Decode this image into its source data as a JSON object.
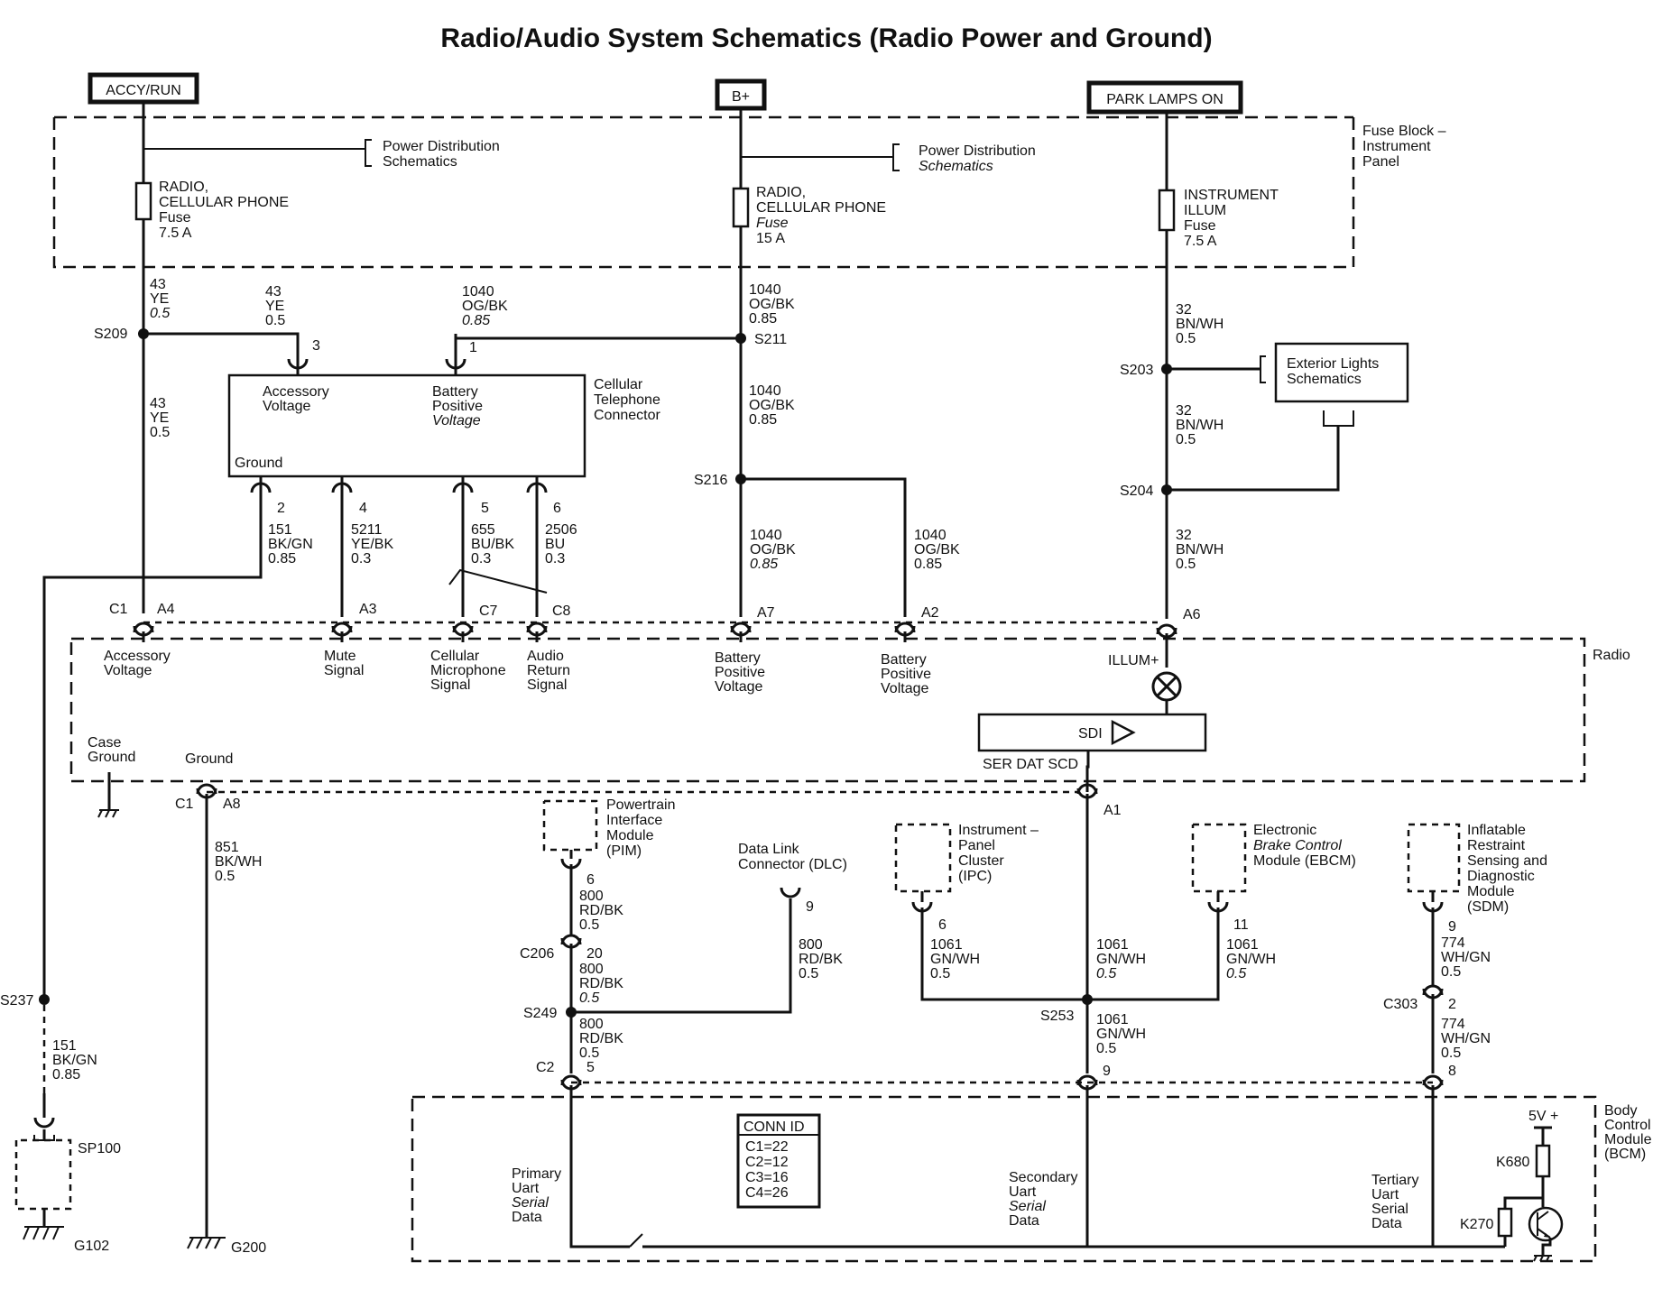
{
  "title": "Radio/Audio System Schematics (Radio Power and Ground)",
  "power_sources": {
    "accy_run": "ACCY/RUN",
    "bplus": "B+",
    "park_lamps": "PARK LAMPS ON"
  },
  "fuse_block": {
    "l1": "Fuse Block –",
    "l2": "Instrument",
    "l3": "Panel"
  },
  "power_dist": {
    "l1": "Power Distribution",
    "l2": "Schematics"
  },
  "fuse1": {
    "l1": "RADIO,",
    "l2": "CELLULAR PHONE",
    "l3": "Fuse",
    "l4": "7.5 A"
  },
  "fuse2": {
    "l1": "RADIO,",
    "l2": "CELLULAR PHONE",
    "l3": "Fuse",
    "l4": "15 A"
  },
  "fuse3": {
    "l1": "INSTRUMENT",
    "l2": "ILLUM",
    "l3": "Fuse",
    "l4": "7.5 A"
  },
  "wires": {
    "w43": {
      "n": "43",
      "c": "YE",
      "s": "0.5"
    },
    "w1040": {
      "n": "1040",
      "c": "OG/BK",
      "s": "0.85"
    },
    "w32": {
      "n": "32",
      "c": "BN/WH",
      "s": "0.5"
    },
    "w151": {
      "n": "151",
      "c": "BK/GN",
      "s": "0.85"
    },
    "w5211": {
      "n": "5211",
      "c": "YE/BK",
      "s": "0.3"
    },
    "w655": {
      "n": "655",
      "c": "BU/BK",
      "s": "0.3"
    },
    "w2506": {
      "n": "2506",
      "c": "BU",
      "s": "0.3"
    },
    "w851": {
      "n": "851",
      "c": "BK/WH",
      "s": "0.5"
    },
    "w800": {
      "n": "800",
      "c": "RD/BK",
      "s": "0.5"
    },
    "w1061": {
      "n": "1061",
      "c": "GN/WH",
      "s": "0.5"
    },
    "w774": {
      "n": "774",
      "c": "WH/GN",
      "s": "0.5"
    }
  },
  "splices": {
    "s209": "S209",
    "s211": "S211",
    "s216": "S216",
    "s203": "S203",
    "s204": "S204",
    "s237": "S237",
    "s249": "S249",
    "s253": "S253",
    "sp100": "SP100"
  },
  "connectors": {
    "c1": "C1",
    "c2": "C2",
    "c206": "C206",
    "c303": "C303",
    "a1": "A1",
    "a2": "A2",
    "a3": "A3",
    "a4": "A4",
    "a6": "A6",
    "a7": "A7",
    "a8": "A8",
    "c7": "C7",
    "c8": "C8"
  },
  "pins": {
    "p1": "1",
    "p2": "2",
    "p3": "3",
    "p4": "4",
    "p5": "5",
    "p6": "6",
    "p8": "8",
    "p9": "9",
    "p11": "11",
    "p20": "20"
  },
  "cell_phone": {
    "name_l1": "Cellular",
    "name_l2": "Telephone",
    "name_l3": "Connector",
    "acc_l1": "Accessory",
    "acc_l2": "Voltage",
    "bat_l1": "Battery",
    "bat_l2": "Positive",
    "bat_l3": "Voltage",
    "ground": "Ground"
  },
  "exterior_lights": {
    "l1": "Exterior Lights",
    "l2": "Schematics"
  },
  "radio": {
    "name": "Radio",
    "acc_l1": "Accessory",
    "acc_l2": "Voltage",
    "mute_l1": "Mute",
    "mute_l2": "Signal",
    "mic_l1": "Cellular",
    "mic_l2": "Microphone",
    "mic_l3": "Signal",
    "ret_l1": "Audio",
    "ret_l2": "Return",
    "ret_l3": "Signal",
    "bat_l1": "Battery",
    "bat_l2": "Positive",
    "bat_l3": "Voltage",
    "illum": "ILLUM+",
    "sdi": "SDI",
    "ser_dat": "SER DAT SCD",
    "case_l1": "Case",
    "case_l2": "Ground",
    "ground": "Ground"
  },
  "grounds": {
    "g102": "G102",
    "g200": "G200"
  },
  "pim": {
    "l1": "Powertrain",
    "l2": "Interface",
    "l3": "Module",
    "l4": "(PIM)"
  },
  "dlc": {
    "l1": "Data Link",
    "l2": "Connector (DLC)"
  },
  "ipc": {
    "l1": "Instrument –",
    "l2": "Panel",
    "l3": "Cluster",
    "l4": "(IPC)"
  },
  "ebcm": {
    "l1": "Electronic",
    "l2": "Brake Control",
    "l3": "Module (EBCM)"
  },
  "sdm": {
    "l1": "Inflatable",
    "l2": "Restraint",
    "l3": "Sensing and",
    "l4": "Diagnostic",
    "l5": "Module",
    "l6": "(SDM)"
  },
  "bcm": {
    "l1": "Body",
    "l2": "Control",
    "l3": "Module",
    "l4": "(BCM)",
    "primary_l1": "Primary",
    "primary_l2": "Uart",
    "primary_l3": "Serial",
    "primary_l4": "Data",
    "secondary_l1": "Secondary",
    "secondary_l2": "Uart",
    "secondary_l3": "Serial",
    "secondary_l4": "Data",
    "tertiary_l1": "Tertiary",
    "tertiary_l2": "Uart",
    "tertiary_l3": "Serial",
    "tertiary_l4": "Data",
    "v5": "5V +",
    "k680": "K680",
    "k270": "K270"
  },
  "conn_id": {
    "title": "CONN ID",
    "r1": "C1=22",
    "r2": "C2=12",
    "r3": "C3=16",
    "r4": "C4=26"
  }
}
